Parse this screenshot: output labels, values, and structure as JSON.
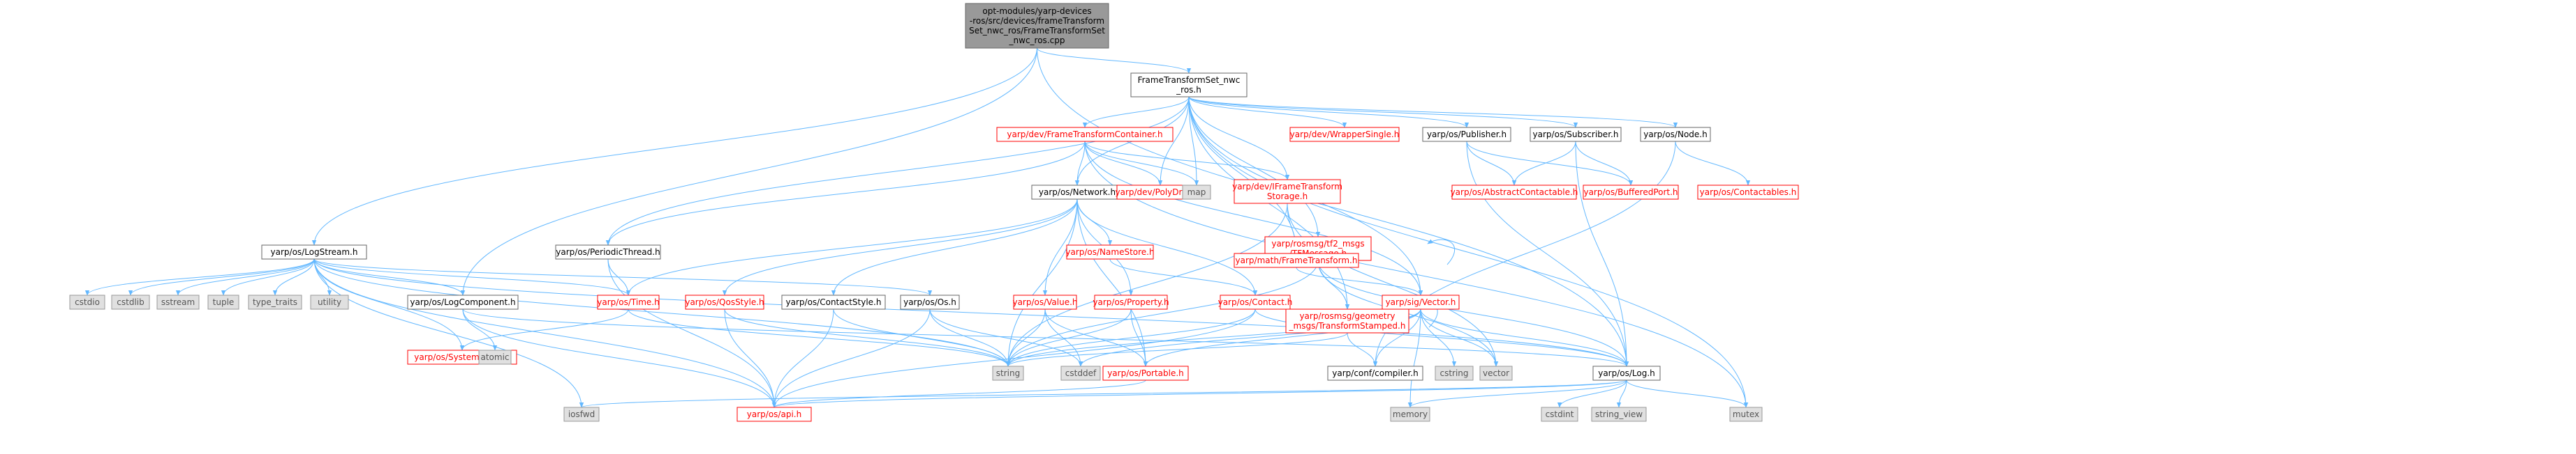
{
  "colors": {
    "root_fill": "#999999",
    "root_stroke": "#666666",
    "root_text": "#000000",
    "doc_fill": "#ffffff",
    "doc_stroke": "#666666",
    "doc_text": "#000000",
    "red_fill": "#ffffff",
    "red_stroke": "#ff0000",
    "red_text": "#ff0000",
    "sys_fill": "#e0e0e0",
    "sys_stroke": "#999999",
    "sys_text": "#555555",
    "edge": "#63b8ff"
  },
  "nodes": [
    {
      "id": "root",
      "kind": "root",
      "lines": [
        "opt-modules/yarp-devices",
        "-ros/src/devices/frameTransform",
        "Set_nwc_ros/FrameTransformSet",
        "_nwc_ros.cpp"
      ]
    },
    {
      "id": "fts",
      "kind": "doc",
      "lines": [
        "FrameTransformSet_nwc",
        "_ros.h"
      ]
    },
    {
      "id": "logstream",
      "kind": "doc",
      "lines": [
        "yarp/os/LogStream.h"
      ]
    },
    {
      "id": "logcomp",
      "kind": "doc",
      "lines": [
        "yarp/os/LogComponent.h"
      ]
    },
    {
      "id": "ftc",
      "kind": "red",
      "lines": [
        "yarp/dev/FrameTransformContainer.h"
      ]
    },
    {
      "id": "network",
      "kind": "doc",
      "lines": [
        "yarp/os/Network.h"
      ]
    },
    {
      "id": "polydriver",
      "kind": "red",
      "lines": [
        "yarp/dev/PolyDriver.h"
      ]
    },
    {
      "id": "map",
      "kind": "sys",
      "lines": [
        "map"
      ]
    },
    {
      "id": "ifts",
      "kind": "red",
      "lines": [
        "yarp/dev/IFrameTransform",
        "Storage.h"
      ]
    },
    {
      "id": "wrapper",
      "kind": "red",
      "lines": [
        "yarp/dev/WrapperSingle.h"
      ]
    },
    {
      "id": "publisher",
      "kind": "doc",
      "lines": [
        "yarp/os/Publisher.h"
      ]
    },
    {
      "id": "subscriber",
      "kind": "doc",
      "lines": [
        "yarp/os/Subscriber.h"
      ]
    },
    {
      "id": "node",
      "kind": "doc",
      "lines": [
        "yarp/os/Node.h"
      ]
    },
    {
      "id": "periodic",
      "kind": "doc",
      "lines": [
        "yarp/os/PeriodicThread.h"
      ]
    },
    {
      "id": "namestore",
      "kind": "red",
      "lines": [
        "yarp/os/NameStore.h"
      ]
    },
    {
      "id": "tfmsg",
      "kind": "red",
      "lines": [
        "yarp/rosmsg/tf2_msgs",
        "/TFMessage.h"
      ]
    },
    {
      "id": "mathft",
      "kind": "red",
      "lines": [
        "yarp/math/FrameTransform.h"
      ]
    },
    {
      "id": "abscont",
      "kind": "red",
      "lines": [
        "yarp/os/AbstractContactable.h"
      ]
    },
    {
      "id": "bufport",
      "kind": "red",
      "lines": [
        "yarp/os/BufferedPort.h"
      ]
    },
    {
      "id": "contactables",
      "kind": "red",
      "lines": [
        "yarp/os/Contactables.h"
      ]
    },
    {
      "id": "cstdio",
      "kind": "sys",
      "lines": [
        "cstdio"
      ]
    },
    {
      "id": "cstdlib",
      "kind": "sys",
      "lines": [
        "cstdlib"
      ]
    },
    {
      "id": "sstream",
      "kind": "sys",
      "lines": [
        "sstream"
      ]
    },
    {
      "id": "tuple",
      "kind": "sys",
      "lines": [
        "tuple"
      ]
    },
    {
      "id": "type_traits",
      "kind": "sys",
      "lines": [
        "type_traits"
      ]
    },
    {
      "id": "utility",
      "kind": "sys",
      "lines": [
        "utility"
      ]
    },
    {
      "id": "time",
      "kind": "red",
      "lines": [
        "yarp/os/Time.h"
      ]
    },
    {
      "id": "qos",
      "kind": "red",
      "lines": [
        "yarp/os/QosStyle.h"
      ]
    },
    {
      "id": "contactstyle",
      "kind": "doc",
      "lines": [
        "yarp/os/ContactStyle.h"
      ]
    },
    {
      "id": "os",
      "kind": "doc",
      "lines": [
        "yarp/os/Os.h"
      ]
    },
    {
      "id": "value",
      "kind": "red",
      "lines": [
        "yarp/os/Value.h"
      ]
    },
    {
      "id": "property",
      "kind": "red",
      "lines": [
        "yarp/os/Property.h"
      ]
    },
    {
      "id": "contact",
      "kind": "red",
      "lines": [
        "yarp/os/Contact.h"
      ]
    },
    {
      "id": "tfstamped",
      "kind": "red",
      "lines": [
        "yarp/rosmsg/geometry",
        "_msgs/TransformStamped.h"
      ]
    },
    {
      "id": "vector_h",
      "kind": "red",
      "lines": [
        "yarp/sig/Vector.h"
      ]
    },
    {
      "id": "systemclock",
      "kind": "red",
      "lines": [
        "yarp/os/SystemClock.h"
      ]
    },
    {
      "id": "atomic",
      "kind": "sys",
      "lines": [
        "atomic"
      ]
    },
    {
      "id": "string",
      "kind": "sys",
      "lines": [
        "string"
      ]
    },
    {
      "id": "cstddef",
      "kind": "sys",
      "lines": [
        "cstddef"
      ]
    },
    {
      "id": "portable",
      "kind": "red",
      "lines": [
        "yarp/os/Portable.h"
      ]
    },
    {
      "id": "compiler",
      "kind": "doc",
      "lines": [
        "yarp/conf/compiler.h"
      ]
    },
    {
      "id": "cstring",
      "kind": "sys",
      "lines": [
        "cstring"
      ]
    },
    {
      "id": "vector",
      "kind": "sys",
      "lines": [
        "vector"
      ]
    },
    {
      "id": "log",
      "kind": "doc",
      "lines": [
        "yarp/os/Log.h"
      ]
    },
    {
      "id": "iosfwd",
      "kind": "sys",
      "lines": [
        "iosfwd"
      ]
    },
    {
      "id": "api",
      "kind": "red",
      "lines": [
        "yarp/os/api.h"
      ]
    },
    {
      "id": "memory",
      "kind": "sys",
      "lines": [
        "memory"
      ]
    },
    {
      "id": "cstdint",
      "kind": "sys",
      "lines": [
        "cstdint"
      ]
    },
    {
      "id": "string_view",
      "kind": "sys",
      "lines": [
        "string_view"
      ]
    },
    {
      "id": "mutex",
      "kind": "sys",
      "lines": [
        "mutex"
      ]
    }
  ],
  "edges": [
    [
      "root",
      "fts"
    ],
    [
      "root",
      "logstream"
    ],
    [
      "root",
      "logcomp"
    ],
    [
      "root",
      "log"
    ],
    [
      "fts",
      "ftc"
    ],
    [
      "fts",
      "network"
    ],
    [
      "fts",
      "polydriver"
    ],
    [
      "fts",
      "map"
    ],
    [
      "fts",
      "ifts"
    ],
    [
      "fts",
      "wrapper"
    ],
    [
      "fts",
      "publisher"
    ],
    [
      "fts",
      "subscriber"
    ],
    [
      "fts",
      "node"
    ],
    [
      "fts",
      "periodic"
    ],
    [
      "fts",
      "tfmsg"
    ],
    [
      "fts",
      "mathft"
    ],
    [
      "fts",
      "tfstamped"
    ],
    [
      "fts",
      "vector_h"
    ],
    [
      "fts",
      "mutex"
    ],
    [
      "ftc",
      "network"
    ],
    [
      "ftc",
      "polydriver"
    ],
    [
      "ftc",
      "map"
    ],
    [
      "ftc",
      "ifts"
    ],
    [
      "ftc",
      "periodic"
    ],
    [
      "ftc",
      "vector_h"
    ],
    [
      "ftc",
      "mutex"
    ],
    [
      "network",
      "time"
    ],
    [
      "network",
      "qos"
    ],
    [
      "network",
      "contactstyle"
    ],
    [
      "network",
      "value"
    ],
    [
      "network",
      "property"
    ],
    [
      "network",
      "namestore"
    ],
    [
      "network",
      "contact"
    ],
    [
      "network",
      "portable"
    ],
    [
      "network",
      "string"
    ],
    [
      "namestore",
      "contact"
    ],
    [
      "ifts",
      "mathft"
    ],
    [
      "ifts",
      "vector"
    ],
    [
      "ifts",
      "string"
    ],
    [
      "mathft",
      "vector_h"
    ],
    [
      "tfmsg",
      "tfstamped"
    ],
    [
      "tfmsg",
      "vector"
    ],
    [
      "tfmsg",
      "string"
    ],
    [
      "tfmsg",
      "log"
    ],
    [
      "tfstamped",
      "compiler"
    ],
    [
      "tfstamped",
      "string"
    ],
    [
      "publisher",
      "abscont"
    ],
    [
      "publisher",
      "bufport"
    ],
    [
      "publisher",
      "log"
    ],
    [
      "subscriber",
      "abscont"
    ],
    [
      "subscriber",
      "bufport"
    ],
    [
      "subscriber",
      "log"
    ],
    [
      "node",
      "contactables"
    ],
    [
      "node",
      "compiler"
    ],
    [
      "periodic",
      "time"
    ],
    [
      "periodic",
      "api"
    ],
    [
      "logstream",
      "cstdio"
    ],
    [
      "logstream",
      "cstdlib"
    ],
    [
      "logstream",
      "sstream"
    ],
    [
      "logstream",
      "tuple"
    ],
    [
      "logstream",
      "type_traits"
    ],
    [
      "logstream",
      "utility"
    ],
    [
      "logstream",
      "time"
    ],
    [
      "logstream",
      "logcomp"
    ],
    [
      "logstream",
      "os"
    ],
    [
      "logstream",
      "systemclock"
    ],
    [
      "logstream",
      "string"
    ],
    [
      "logstream",
      "iosfwd"
    ],
    [
      "logstream",
      "api"
    ],
    [
      "logstream",
      "log"
    ],
    [
      "logcomp",
      "atomic"
    ],
    [
      "logcomp",
      "api"
    ],
    [
      "logcomp",
      "log"
    ],
    [
      "time",
      "systemclock"
    ],
    [
      "time",
      "string"
    ],
    [
      "qos",
      "string"
    ],
    [
      "qos",
      "api"
    ],
    [
      "contactstyle",
      "api"
    ],
    [
      "contactstyle",
      "string"
    ],
    [
      "os",
      "string"
    ],
    [
      "os",
      "cstddef"
    ],
    [
      "os",
      "api"
    ],
    [
      "value",
      "string"
    ],
    [
      "value",
      "cstddef"
    ],
    [
      "value",
      "portable"
    ],
    [
      "property",
      "string"
    ],
    [
      "property",
      "portable"
    ],
    [
      "contact",
      "string"
    ],
    [
      "contact",
      "log"
    ],
    [
      "contact",
      "api"
    ],
    [
      "vector_h",
      "cstring"
    ],
    [
      "vector_h",
      "vector"
    ],
    [
      "vector_h",
      "cstddef"
    ],
    [
      "vector_h",
      "string"
    ],
    [
      "vector_h",
      "memory"
    ],
    [
      "vector_h",
      "portable"
    ],
    [
      "vector_h",
      "log"
    ],
    [
      "vector_h",
      "compiler"
    ],
    [
      "portable",
      "api"
    ],
    [
      "log",
      "api"
    ],
    [
      "log",
      "iosfwd"
    ],
    [
      "log",
      "memory"
    ],
    [
      "log",
      "cstdint"
    ],
    [
      "log",
      "string_view"
    ],
    [
      "log",
      "mutex"
    ]
  ]
}
